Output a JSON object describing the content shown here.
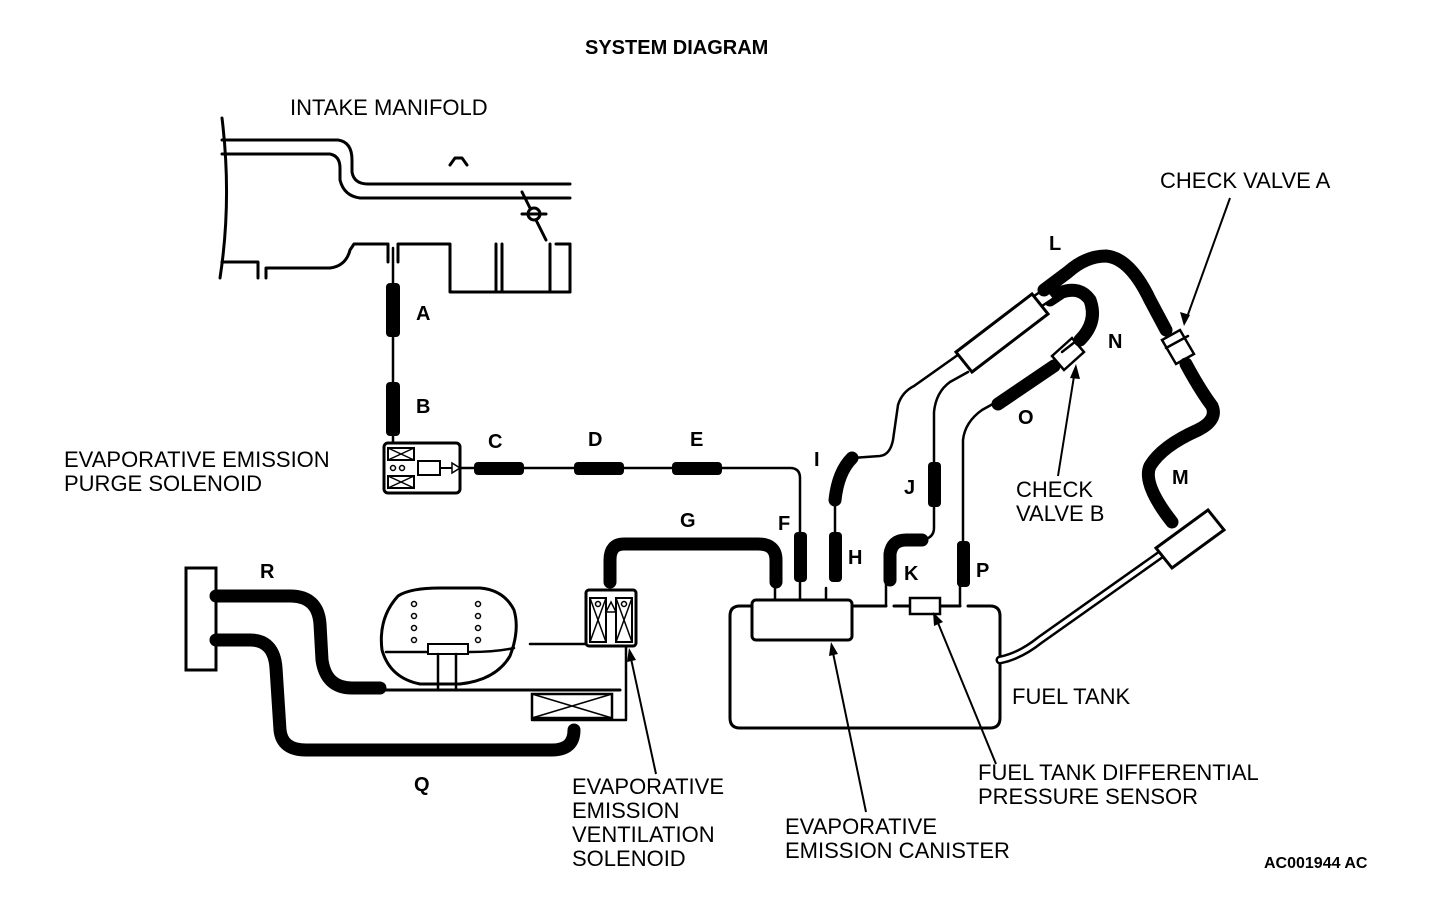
{
  "title": "SYSTEM DIAGRAM",
  "components": {
    "intake_manifold": "INTAKE MANIFOLD",
    "purge_solenoid": [
      "EVAPORATIVE EMISSION",
      "PURGE SOLENOID"
    ],
    "ventilation_solenoid": [
      "EVAPORATIVE",
      "EMISSION",
      "VENTILATION",
      "SOLENOID"
    ],
    "canister": [
      "EVAPORATIVE",
      "EMISSION CANISTER"
    ],
    "pressure_sensor": [
      "FUEL TANK DIFFERENTIAL",
      "PRESSURE SENSOR"
    ],
    "fuel_tank": "FUEL TANK",
    "check_valve_a": "CHECK VALVE A",
    "check_valve_b": [
      "CHECK",
      "VALVE B"
    ]
  },
  "hoses": [
    "A",
    "B",
    "C",
    "D",
    "E",
    "F",
    "G",
    "H",
    "I",
    "J",
    "K",
    "L",
    "M",
    "N",
    "O",
    "P",
    "Q",
    "R"
  ],
  "figure_code": "AC001944 AC"
}
